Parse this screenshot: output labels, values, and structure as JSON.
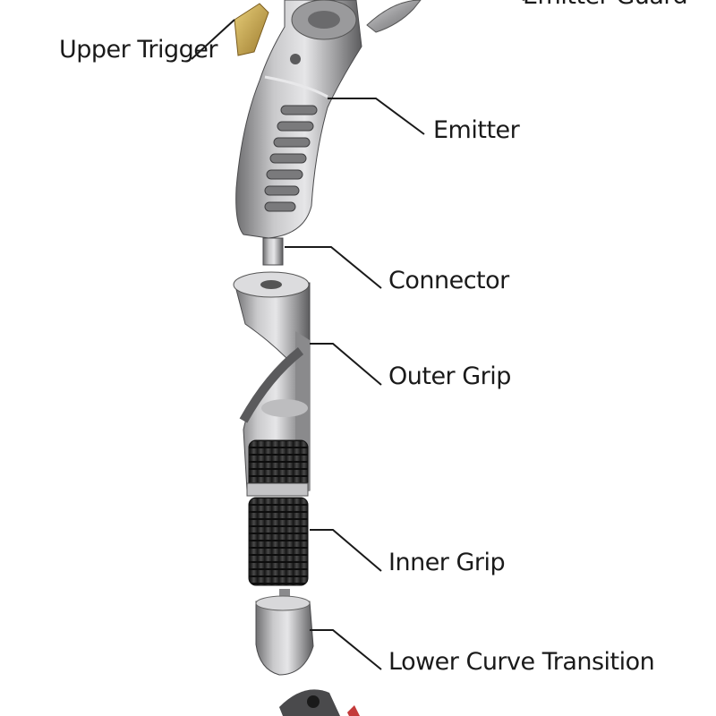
{
  "labels": {
    "emitter_guard": "Emitter Guard",
    "upper_trigger": "Upper Trigger",
    "emitter": "Emitter",
    "connector": "Connector",
    "outer_grip": "Outer Grip",
    "inner_grip": "Inner Grip",
    "lower_curve_transition": "Lower Curve Transition"
  },
  "colors": {
    "background": "#ffffff",
    "metal": "#a9a9ab",
    "trigger": "#c9a14a",
    "grip": "#2a2a2a",
    "accent": "#c43a3a",
    "line": "#1a1a1a"
  }
}
